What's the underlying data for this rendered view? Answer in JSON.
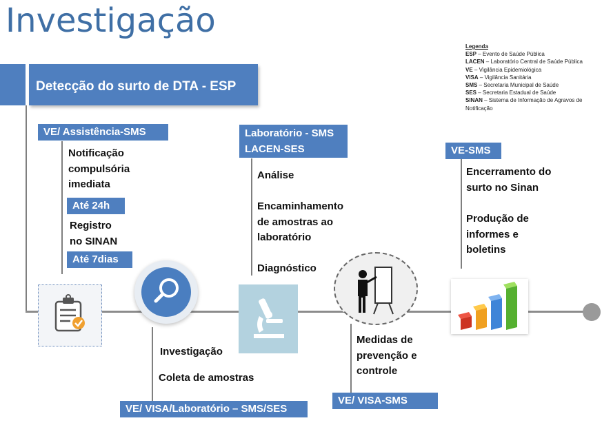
{
  "title": "Investigação",
  "banner": "Detecção do surto de DTA - ESP",
  "legend": {
    "heading": "Legenda",
    "items": [
      {
        "abbr": "ESP",
        "desc": "Evento de Saúde Pública"
      },
      {
        "abbr": "LACEN",
        "desc": "Laboratório Central de Saúde Pública"
      },
      {
        "abbr": "VE",
        "desc": "Vigilância Epidemiológica"
      },
      {
        "abbr": "VISA",
        "desc": "Vigilância Sanitária"
      },
      {
        "abbr": "SMS",
        "desc": "Secretaria Municipal de Saúde"
      },
      {
        "abbr": "SES",
        "desc": "Secretaria Estadual de Saúde"
      },
      {
        "abbr": "SINAN",
        "desc": "Sistema de Informação de Agravos de Notificação"
      }
    ]
  },
  "stage1": {
    "tag": "VE/ Assistência-SMS",
    "text1": [
      "Notificação",
      "compulsória",
      "imediata"
    ],
    "deadline1": "Até 24h",
    "text2": [
      "Registro",
      "no SINAN"
    ],
    "deadline2": "Até 7dias"
  },
  "stage2": {
    "items": [
      "Investigação",
      "Coleta de amostras"
    ],
    "tag": "VE/ VISA/Laboratório – SMS/SES"
  },
  "stage3": {
    "tag": [
      "Laboratório - SMS",
      "LACEN-SES"
    ],
    "analysis": "Análise",
    "forwarding": [
      "Encaminhamento",
      "de amostras ao",
      "laboratório"
    ],
    "diagnosis": "Diagnóstico"
  },
  "stage4": {
    "text": [
      "Medidas de",
      "prevenção e",
      "controle"
    ],
    "tag": "VE/ VISA-SMS"
  },
  "stage5": {
    "tag": "VE-SMS",
    "closure": [
      "Encerramento do",
      "surto no Sinan"
    ],
    "reports": [
      "Produção de",
      "informes e",
      "boletins"
    ]
  },
  "colors": {
    "accent": "#4f7fbf",
    "title": "#3f6fa5",
    "timeline": "#8c8c8c",
    "end_dot": "#9a9a9a"
  },
  "icons": [
    "clipboard-check-icon",
    "magnifier-icon",
    "microscope-icon",
    "presenter-icon",
    "bar-chart-icon"
  ]
}
